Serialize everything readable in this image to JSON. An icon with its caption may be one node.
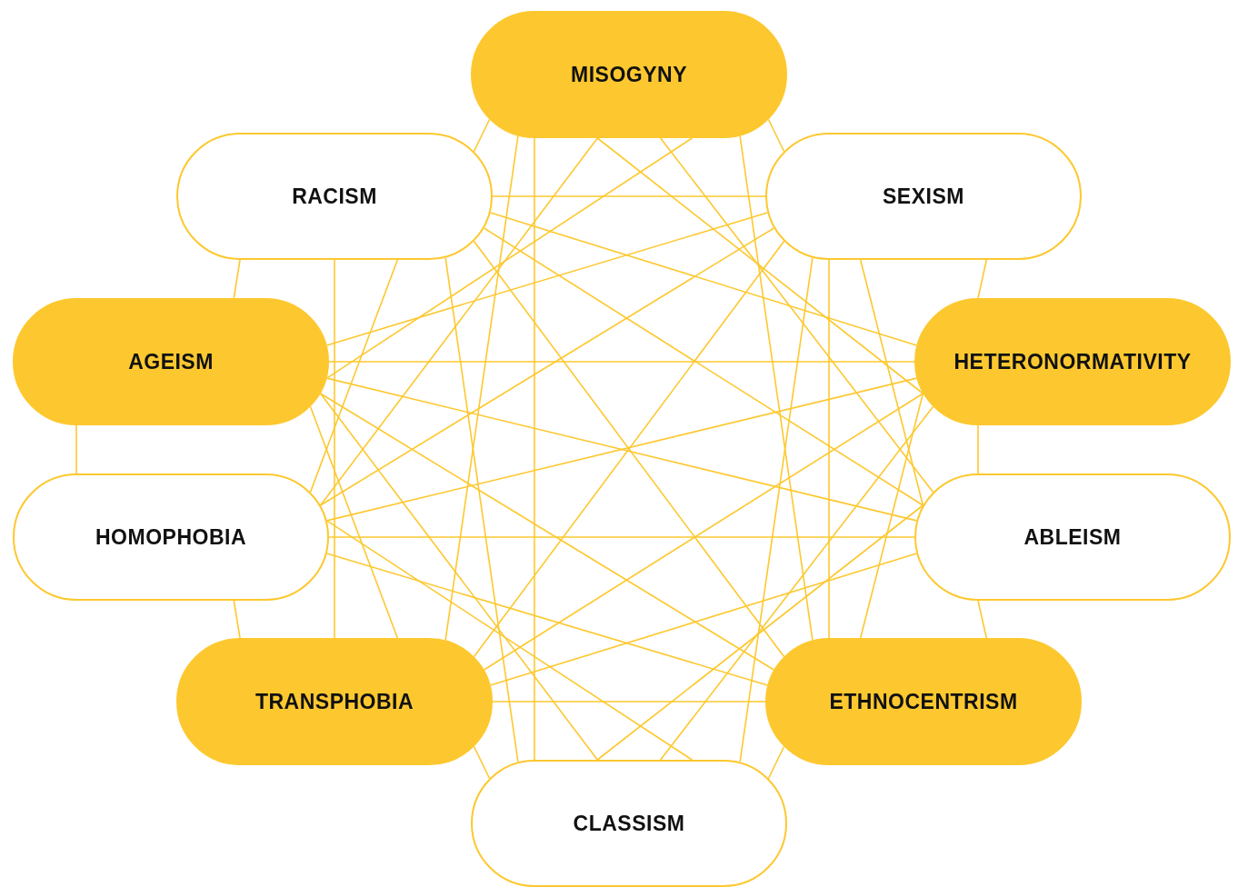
{
  "diagram": {
    "nodes": [
      {
        "text": [
          "MISOGYNY"
        ]
      },
      {
        "text": [
          "RACISM"
        ]
      },
      {
        "text": [
          "SEXISM"
        ]
      },
      {
        "text": [
          "AGEISM"
        ]
      },
      {
        "text": [
          "HETERONORMATIVITY"
        ]
      },
      {
        "text": [
          "HOMOPHOBIA"
        ]
      },
      {
        "text": [
          "ABLEISM"
        ]
      },
      {
        "text": [
          "TRANSPHOBIA"
        ]
      },
      {
        "text": [
          "ETHNOCENTRISM"
        ]
      },
      {
        "text": [
          "CLASSISM"
        ]
      }
    ],
    "edges": [
      {
        "from": 0,
        "to": 1,
        "arrow": "none"
      },
      {
        "from": 0,
        "to": 2,
        "arrow": "none"
      },
      {
        "from": 0,
        "to": 3,
        "arrow": "none"
      },
      {
        "from": 0,
        "to": 4,
        "arrow": "none"
      },
      {
        "from": 0,
        "to": 5,
        "arrow": "none"
      },
      {
        "from": 0,
        "to": 6,
        "arrow": "none"
      },
      {
        "from": 0,
        "to": 7,
        "arrow": "none"
      },
      {
        "from": 0,
        "to": 8,
        "arrow": "none"
      },
      {
        "from": 0,
        "to": 9,
        "arrow": "none"
      },
      {
        "from": 1,
        "to": 2,
        "arrow": "none"
      },
      {
        "from": 1,
        "to": 3,
        "arrow": "none"
      },
      {
        "from": 1,
        "to": 4,
        "arrow": "none"
      },
      {
        "from": 1,
        "to": 5,
        "arrow": "none"
      },
      {
        "from": 1,
        "to": 6,
        "arrow": "none"
      },
      {
        "from": 1,
        "to": 7,
        "arrow": "none"
      },
      {
        "from": 1,
        "to": 8,
        "arrow": "none"
      },
      {
        "from": 1,
        "to": 9,
        "arrow": "none"
      },
      {
        "from": 2,
        "to": 3,
        "arrow": "none"
      },
      {
        "from": 2,
        "to": 4,
        "arrow": "none"
      },
      {
        "from": 2,
        "to": 5,
        "arrow": "none"
      },
      {
        "from": 2,
        "to": 6,
        "arrow": "none"
      },
      {
        "from": 2,
        "to": 7,
        "arrow": "none"
      },
      {
        "from": 2,
        "to": 8,
        "arrow": "none"
      },
      {
        "from": 2,
        "to": 9,
        "arrow": "none"
      },
      {
        "from": 3,
        "to": 4,
        "arrow": "none"
      },
      {
        "from": 3,
        "to": 5,
        "arrow": "none"
      },
      {
        "from": 3,
        "to": 6,
        "arrow": "none"
      },
      {
        "from": 3,
        "to": 7,
        "arrow": "none"
      },
      {
        "from": 3,
        "to": 8,
        "arrow": "none"
      },
      {
        "from": 3,
        "to": 9,
        "arrow": "none"
      },
      {
        "from": 4,
        "to": 5,
        "arrow": "none"
      },
      {
        "from": 4,
        "to": 6,
        "arrow": "none"
      },
      {
        "from": 4,
        "to": 7,
        "arrow": "none"
      },
      {
        "from": 4,
        "to": 8,
        "arrow": "none"
      },
      {
        "from": 4,
        "to": 9,
        "arrow": "none"
      },
      {
        "from": 5,
        "to": 6,
        "arrow": "none"
      },
      {
        "from": 5,
        "to": 7,
        "arrow": "none"
      },
      {
        "from": 5,
        "to": 8,
        "arrow": "none"
      },
      {
        "from": 5,
        "to": 9,
        "arrow": "none"
      },
      {
        "from": 6,
        "to": 7,
        "arrow": "none"
      },
      {
        "from": 6,
        "to": 8,
        "arrow": "none"
      },
      {
        "from": 6,
        "to": 9,
        "arrow": "none"
      },
      {
        "from": 7,
        "to": 8,
        "arrow": "none"
      },
      {
        "from": 7,
        "to": 9,
        "arrow": "none"
      },
      {
        "from": 8,
        "to": 9,
        "arrow": "none"
      }
    ]
  }
}
